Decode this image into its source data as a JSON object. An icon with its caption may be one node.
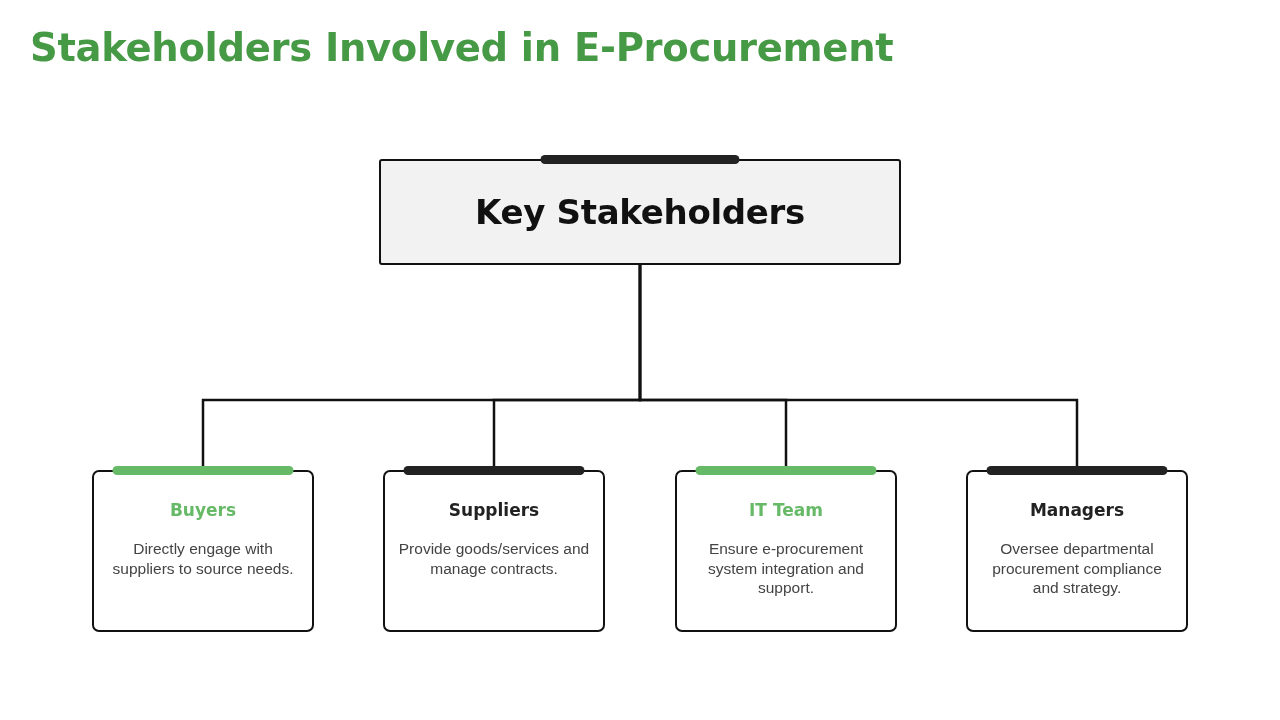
{
  "diagram": {
    "title": "Stakeholders Involved in E-Procurement",
    "nodes": [
      {
        "text": [
          "Key Stakeholders"
        ]
      },
      {
        "text": [
          "Buyers",
          "Directly engage with suppliers to source needs."
        ]
      },
      {
        "text": [
          "Suppliers",
          "Provide goods/services and manage contracts."
        ]
      },
      {
        "text": [
          "IT Team",
          "Ensure e-procurement system integration and support."
        ]
      },
      {
        "text": [
          "Managers",
          "Oversee departmental procurement compliance and strategy."
        ]
      }
    ],
    "edges": [
      {
        "from": 0,
        "to": 1,
        "arrow": "none"
      },
      {
        "from": 0,
        "to": 2,
        "arrow": "none"
      },
      {
        "from": 0,
        "to": 3,
        "arrow": "none"
      },
      {
        "from": 0,
        "to": 4,
        "arrow": "none"
      }
    ]
  }
}
